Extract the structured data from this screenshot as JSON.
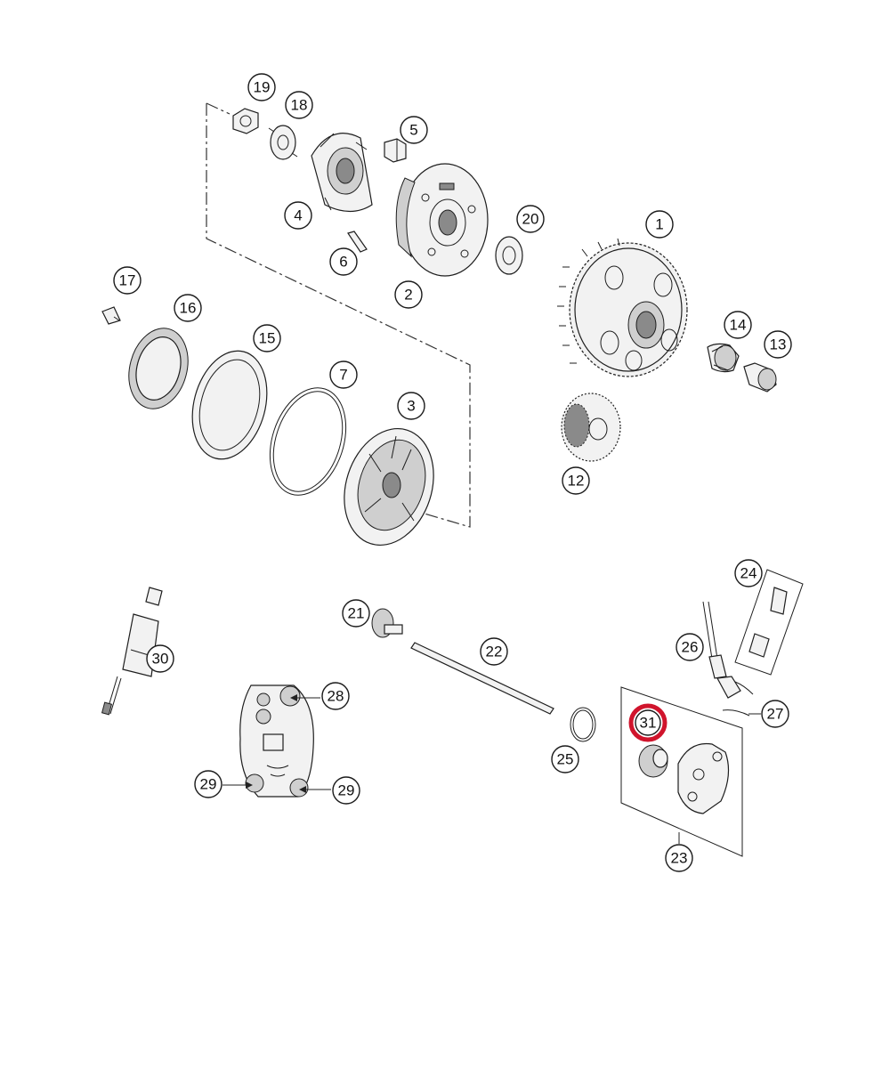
{
  "colors": {
    "line": "#1e1e1e",
    "highlight": "#d0142c",
    "background": "#ffffff"
  },
  "highlighted_callout": "31",
  "callouts": [
    {
      "id": "c19",
      "label": "19"
    },
    {
      "id": "c18",
      "label": "18"
    },
    {
      "id": "c5",
      "label": "5"
    },
    {
      "id": "c4",
      "label": "4"
    },
    {
      "id": "c20",
      "label": "20"
    },
    {
      "id": "c1",
      "label": "1"
    },
    {
      "id": "c6",
      "label": "6"
    },
    {
      "id": "c2",
      "label": "2"
    },
    {
      "id": "c17",
      "label": "17"
    },
    {
      "id": "c16",
      "label": "16"
    },
    {
      "id": "c15",
      "label": "15"
    },
    {
      "id": "c14",
      "label": "14"
    },
    {
      "id": "c13",
      "label": "13"
    },
    {
      "id": "c7",
      "label": "7"
    },
    {
      "id": "c3",
      "label": "3"
    },
    {
      "id": "c12",
      "label": "12"
    },
    {
      "id": "c24",
      "label": "24"
    },
    {
      "id": "c21",
      "label": "21"
    },
    {
      "id": "c22",
      "label": "22"
    },
    {
      "id": "c26",
      "label": "26"
    },
    {
      "id": "c30",
      "label": "30"
    },
    {
      "id": "c28",
      "label": "28"
    },
    {
      "id": "c27",
      "label": "27"
    },
    {
      "id": "c31",
      "label": "31"
    },
    {
      "id": "c25",
      "label": "25"
    },
    {
      "id": "c29a",
      "label": "29"
    },
    {
      "id": "c29b",
      "label": "29"
    },
    {
      "id": "c23",
      "label": "23"
    }
  ]
}
